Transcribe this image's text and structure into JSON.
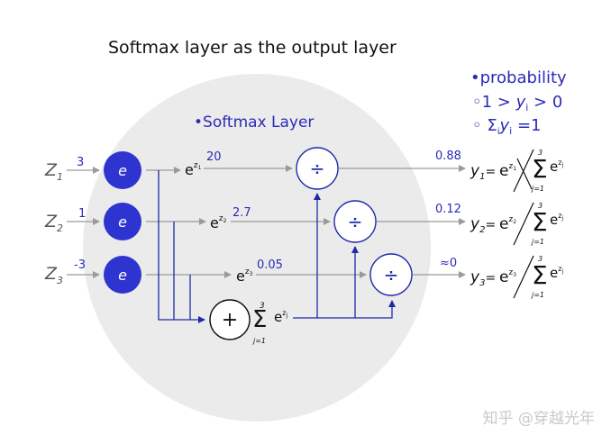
{
  "title": "Softmax layer as the output layer",
  "softmax_layer_label": "•Softmax Layer",
  "probability": {
    "heading": "•probability",
    "line1_prefix": "◦1 > ",
    "line1_var": "y",
    "line1_sub": "i",
    "line1_suffix": " > 0",
    "line2_prefix": "◦ ",
    "line2_sum": "Σ",
    "line2_sub": "i",
    "line2_var": "y",
    "line2_sub2": "i",
    "line2_suffix": " =1"
  },
  "inputs": [
    {
      "var": "Z",
      "sub": "1",
      "value": "3"
    },
    {
      "var": "Z",
      "sub": "2",
      "value": "1"
    },
    {
      "var": "Z",
      "sub": "3",
      "value": "-3"
    }
  ],
  "exp_node_label": "e",
  "exp_terms": [
    {
      "base": "e",
      "sup": "z",
      "supsub": "1",
      "value": "20"
    },
    {
      "base": "e",
      "sup": "z",
      "supsub": "2",
      "value": "2.7"
    },
    {
      "base": "e",
      "sup": "z",
      "supsub": "3",
      "value": "0.05"
    }
  ],
  "divide_symbol": "÷",
  "plus_symbol": "+",
  "sum_term": {
    "sigma": "Σ",
    "upper": "3",
    "lower": "j=1",
    "base": "e",
    "sup": "z",
    "supsub": "j"
  },
  "outputs": [
    {
      "value": "0.88",
      "y": "y",
      "sub": "1",
      "eq": "=",
      "num_base": "e",
      "num_sup": "z",
      "num_supsub": "1",
      "den_sigma": "Σ",
      "den_upper": "3",
      "den_lower": "j=1",
      "den_base": "e",
      "den_sup": "z",
      "den_supsub": "j"
    },
    {
      "value": "0.12",
      "y": "y",
      "sub": "2",
      "eq": "=",
      "num_base": "e",
      "num_sup": "z",
      "num_supsub": "2",
      "den_sigma": "Σ",
      "den_upper": "3",
      "den_lower": "j=1",
      "den_base": "e",
      "den_sup": "z",
      "den_supsub": "j"
    },
    {
      "value": "≈0",
      "y": "y",
      "sub": "3",
      "eq": "=",
      "num_base": "e",
      "num_sup": "z",
      "num_supsub": "3",
      "den_sigma": "Σ",
      "den_upper": "3",
      "den_lower": "j=1",
      "den_base": "e",
      "den_sup": "z",
      "den_supsub": "j"
    }
  ],
  "watermark": "知乎 @穿越光年",
  "colors": {
    "accent": "#2b2bb8",
    "node_fill": "#2e34d0",
    "circle_bg": "#ebebeb",
    "arrow_gray": "#9a9a9a"
  }
}
